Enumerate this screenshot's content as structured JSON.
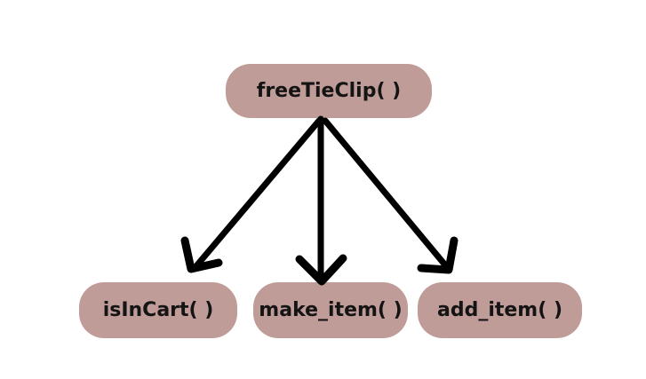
{
  "diagram": {
    "type": "function-call-tree",
    "colors": {
      "background": "#ffffff",
      "node_fill": "#bf9c98",
      "node_text": "#141414",
      "arrow": "#000000"
    },
    "nodes": [
      {
        "id": "freeTieClip",
        "label": "freeTieClip( )",
        "role": "root"
      },
      {
        "id": "isInCart",
        "label": "isInCart( )",
        "role": "child"
      },
      {
        "id": "make_item",
        "label": "make_item( )",
        "role": "child"
      },
      {
        "id": "add_item",
        "label": "add_item( )",
        "role": "child"
      }
    ],
    "edges": [
      {
        "from": "freeTieClip",
        "to": "isInCart"
      },
      {
        "from": "freeTieClip",
        "to": "make_item"
      },
      {
        "from": "freeTieClip",
        "to": "add_item"
      }
    ]
  }
}
